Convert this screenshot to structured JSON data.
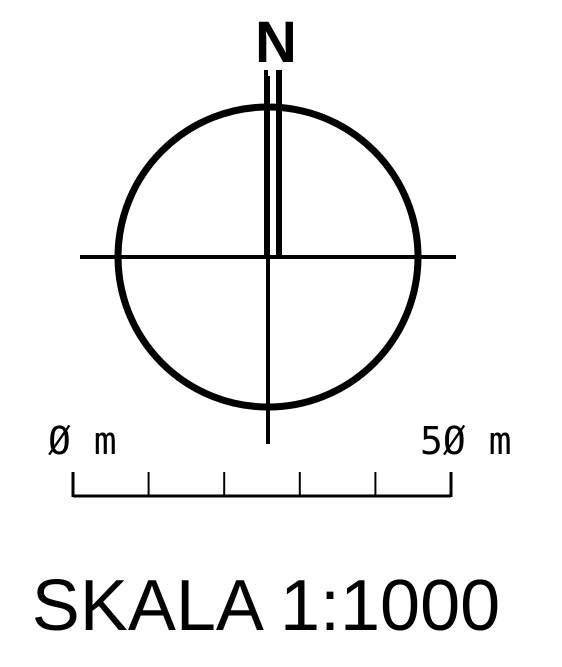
{
  "north_label": "N",
  "scale_bar": {
    "start_label": "Ø m",
    "end_label": "5Ø m",
    "divisions": 5
  },
  "scale_text": "SKALA 1:1000",
  "colors": {
    "ink": "#000000",
    "background": "#ffffff"
  }
}
